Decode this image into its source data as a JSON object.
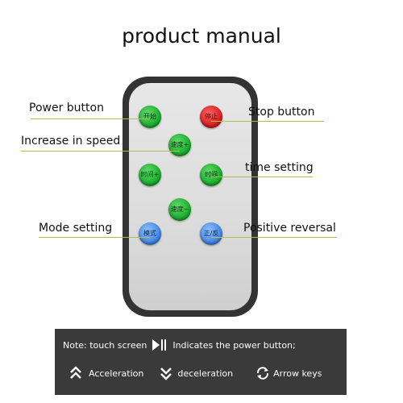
{
  "title": "product manual",
  "buttons": {
    "start": "开始",
    "stop": "停止",
    "speed_up": "速度+",
    "time_left": "时间+",
    "time_right": "时间",
    "speed_down": "速度−",
    "mode": "模式",
    "reverse": "正/反"
  },
  "callouts": {
    "power": "Power button",
    "stop": "Stop button",
    "increase_speed": "Increase in speed",
    "time_setting": "time setting",
    "mode_setting": "Mode setting",
    "positive_reversal": "Positive reversal"
  },
  "note": {
    "prefix": "Note: touch screen",
    "suffix": "Indicates the power button;",
    "acceleration": "Acceleration",
    "deceleration": "deceleration",
    "arrow_keys": "Arrow keys"
  },
  "colors": {
    "green": "#14a627",
    "red": "#d41616",
    "blue": "#3b7ee0",
    "callout_line": "#aac24a",
    "note_bg": "#3a3a3a"
  }
}
